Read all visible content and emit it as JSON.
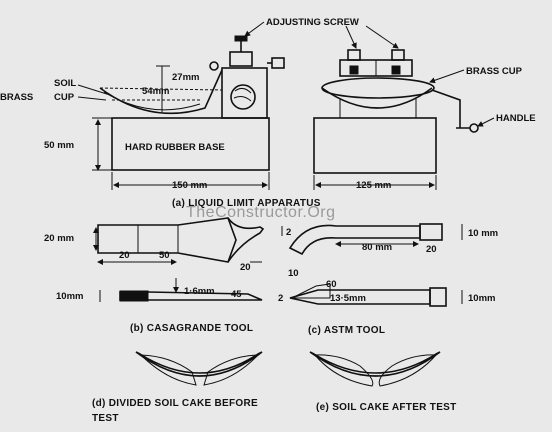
{
  "apparatus": {
    "adjusting_screw": "ADJUSTING SCREW",
    "soil_cup": [
      "SOIL",
      "CUP"
    ],
    "brass_left": "BRASS",
    "dim_27": "27mm",
    "dim_54": "54mm",
    "dim_50": "50 mm",
    "base": "HARD RUBBER BASE",
    "dim_150": "150 mm",
    "dim_125": "125 mm",
    "brass_cup": "BRASS CUP",
    "handle": "HANDLE",
    "caption": "(a) LIQUID   LIMIT  APPARATUS"
  },
  "watermark": "TheConstructor.Org",
  "casagrande": {
    "dim_20mm": "20 mm",
    "d20a": "20",
    "d50": "50",
    "d2": "2",
    "d20b": "20",
    "d10mm": "10mm",
    "d16": "1·6mm",
    "d45": "45",
    "caption": "(b) CASAGRANDE  TOOL"
  },
  "astm": {
    "d10top": "10 mm",
    "d80": "80 mm",
    "d20": "20",
    "d10": "10",
    "d60": "60",
    "d2": "2",
    "d135": "13·5mm",
    "d10bot": "10mm",
    "caption": "(c)   ASTM   TOOL"
  },
  "cakes": {
    "caption_d1": "(d)  DIVIDED  SOIL  CAKE  BEFORE",
    "caption_d2": "TEST",
    "caption_e": "(e) SOIL  CAKE  AFTER  TEST"
  }
}
